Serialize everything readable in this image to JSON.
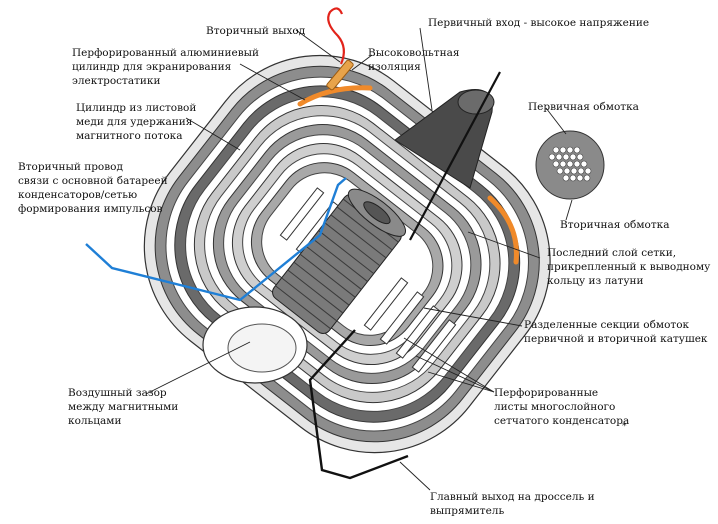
{
  "colors": {
    "copper": "#f08a2a",
    "primary_lead": "#111111",
    "secondary_lead": "#1f7fd6",
    "red_wire": "#e2231a",
    "layer_dark": "#6a6a6a",
    "layer_light": "#c9c9c9",
    "core": "#7a7a7a",
    "leader": "#222222"
  },
  "labels": {
    "secondary_output": "Вторичный выход",
    "primary_input": "Первичный вход - высокое напряжение",
    "perforated_cylinder": "Перфорированный алюминиевый\nцилиндр для экранирования\nэлектростатики",
    "hv_insulation": "Высоковольтная\nизоляция",
    "copper_cylinder": "Цилиндр из листовой\nмеди для удержания\nмагнитного потока",
    "primary_winding": "Первичная обмотка",
    "secondary_wire": "Вторичный провод\nсвязи с основной батареей\nконденсаторов/сетью\nформирования импульсов",
    "secondary_winding": "Вторичная обмотка",
    "last_grid_layer": "Последний слой сетки,\nприкрепленный к выводному\nкольцу из латуни",
    "divided_sections": "Разделенные секции обмоток\nпервичной и вторичной катушек",
    "air_gap": "Воздушный зазор\nмежду магнитными\nкольцами",
    "perforated_sheets": "Перфорированные\nлисты многослойного\nсетчатого конденсатора",
    "asterisk": "*",
    "main_output": "Главный выход на дроссель и\nвыпрямитель"
  }
}
